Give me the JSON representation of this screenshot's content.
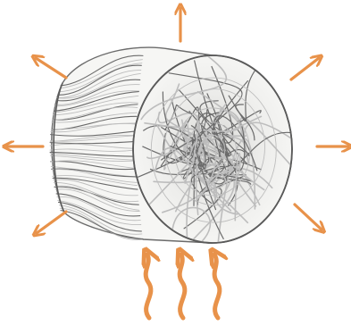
{
  "figure": {
    "subject": "fiber-bundle-cylinder",
    "expansion_arrow_directions": [
      "up",
      "upper-right",
      "right",
      "lower-right",
      "lower-left",
      "left",
      "upper-left"
    ],
    "heat_wave_count": 3,
    "colors": {
      "arrow": "#e8924a",
      "heat_wave": "#e8924a",
      "fiber_stroke": "#6b6b6b",
      "fiber_light": "#bdbdbd",
      "fiber_fill": "#f6f6f4",
      "end_face_fill": "#efefed"
    },
    "icons": [
      "expansion-arrow-icon",
      "heat-wave-icon"
    ]
  }
}
